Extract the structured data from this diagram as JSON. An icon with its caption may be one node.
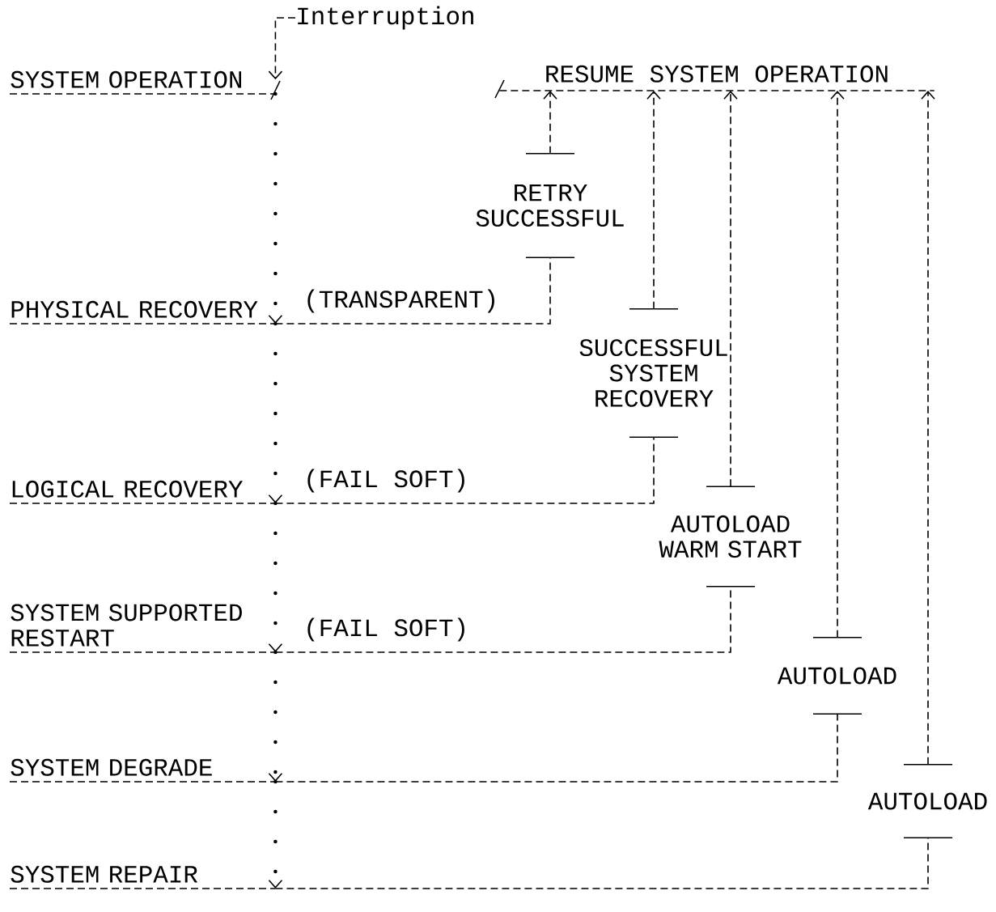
{
  "diagram": {
    "nodes": [
      {
        "text": [
          "Interruption"
        ]
      },
      {
        "text": [
          "SYSTEM OPERATION"
        ]
      },
      {
        "text": [
          "RESUME SYSTEM OPERATION"
        ]
      },
      {
        "text": [
          "PHYSICAL RECOVERY"
        ],
        "beside": [
          "(TRANSPARENT)"
        ]
      },
      {
        "text": [
          "RETRY SUCCESSFUL"
        ]
      },
      {
        "text": [
          "SUCCESSFUL SYSTEM RECOVERY"
        ]
      },
      {
        "text": [
          "LOGICAL RECOVERY"
        ],
        "beside": [
          "(FAIL SOFT)"
        ]
      },
      {
        "text": [
          "AUTOLOAD WARM START"
        ]
      },
      {
        "text": [
          "SYSTEM SUPPORTED RESTART"
        ],
        "beside": [
          "(FAIL SOFT)"
        ]
      },
      {
        "text": [
          "AUTOLOAD"
        ]
      },
      {
        "text": [
          "SYSTEM DEGRADE"
        ]
      },
      {
        "text": [
          "AUTOLOAD"
        ]
      },
      {
        "text": [
          "SYSTEM REPAIR"
        ]
      }
    ],
    "edges": [
      {
        "from": 0,
        "to": 1,
        "arrow": "to",
        "style": "dashed"
      },
      {
        "from": 1,
        "to": 3,
        "arrow": "to"
      },
      {
        "from": 3,
        "to": 6,
        "arrow": "to"
      },
      {
        "from": 6,
        "to": 8,
        "arrow": "to"
      },
      {
        "from": 8,
        "to": 10,
        "arrow": "to"
      },
      {
        "from": 10,
        "to": 12,
        "arrow": "to"
      },
      {
        "from": 3,
        "to": 4,
        "arrow": "none",
        "style": "dashed"
      },
      {
        "from": 4,
        "to": 2,
        "arrow": "to",
        "style": "dashed"
      },
      {
        "from": 6,
        "to": 5,
        "arrow": "none",
        "style": "dashed"
      },
      {
        "from": 5,
        "to": 2,
        "arrow": "to",
        "style": "dashed"
      },
      {
        "from": 8,
        "to": 7,
        "arrow": "none",
        "style": "dashed"
      },
      {
        "from": 7,
        "to": 2,
        "arrow": "to",
        "style": "dashed"
      },
      {
        "from": 10,
        "to": 9,
        "arrow": "none",
        "style": "dashed"
      },
      {
        "from": 9,
        "to": 2,
        "arrow": "to",
        "style": "dashed"
      },
      {
        "from": 12,
        "to": 11,
        "arrow": "none",
        "style": "dashed"
      },
      {
        "from": 11,
        "to": 2,
        "arrow": "to",
        "style": "dashed"
      }
    ]
  }
}
